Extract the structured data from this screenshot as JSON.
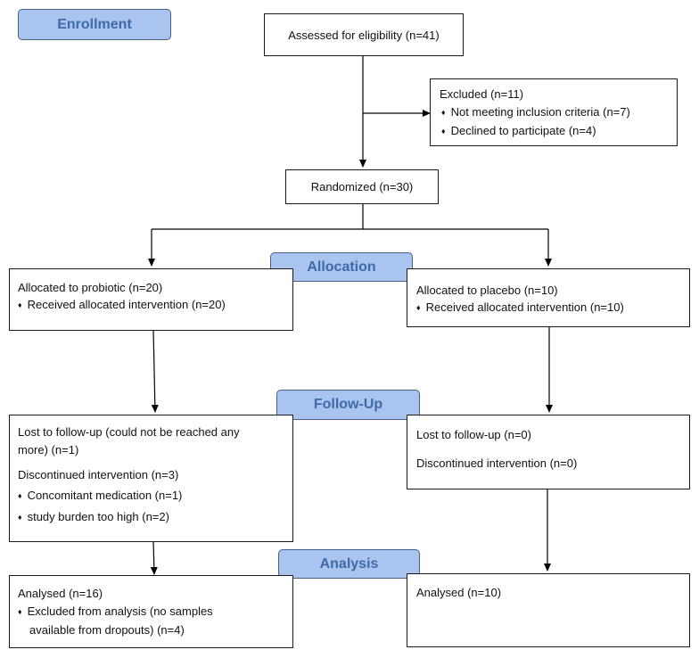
{
  "stages": {
    "enrollment": "Enrollment",
    "allocation": "Allocation",
    "follow_up": "Follow-Up",
    "analysis": "Analysis"
  },
  "assessed": "Assessed for eligibility (n=41)",
  "excluded": {
    "title": "Excluded  (n=11)",
    "items": [
      "Not meeting inclusion criteria (n=7)",
      "Declined to participate (n=4)"
    ]
  },
  "randomized": "Randomized (n=30)",
  "probotic_alloc": {
    "title": "Allocated to probiotic (n=20)",
    "item": "Received allocated intervention (n=20)"
  },
  "placebo_alloc": {
    "title": "Allocated to placebo (n=10)",
    "item": "Received allocated intervention (n=10)"
  },
  "probiotic_followup": {
    "lost_line1": "Lost to follow-up (could not be reached any",
    "lost_line2": "more) (n=1)",
    "discontinued": "Discontinued intervention (n=3)",
    "items": [
      "Concomitant medication (n=1)",
      "study burden too high (n=2)"
    ]
  },
  "placebo_followup": {
    "lost": "Lost to follow-up (n=0)",
    "discontinued": "Discontinued intervention (n=0)"
  },
  "probiotic_analysis": {
    "title": "Analysed (n=16)",
    "item_line1": "Excluded from analysis (no samples",
    "item_line2": "available from dropouts) (n=4)"
  },
  "placebo_analysis": {
    "title": "Analysed (n=10)"
  }
}
